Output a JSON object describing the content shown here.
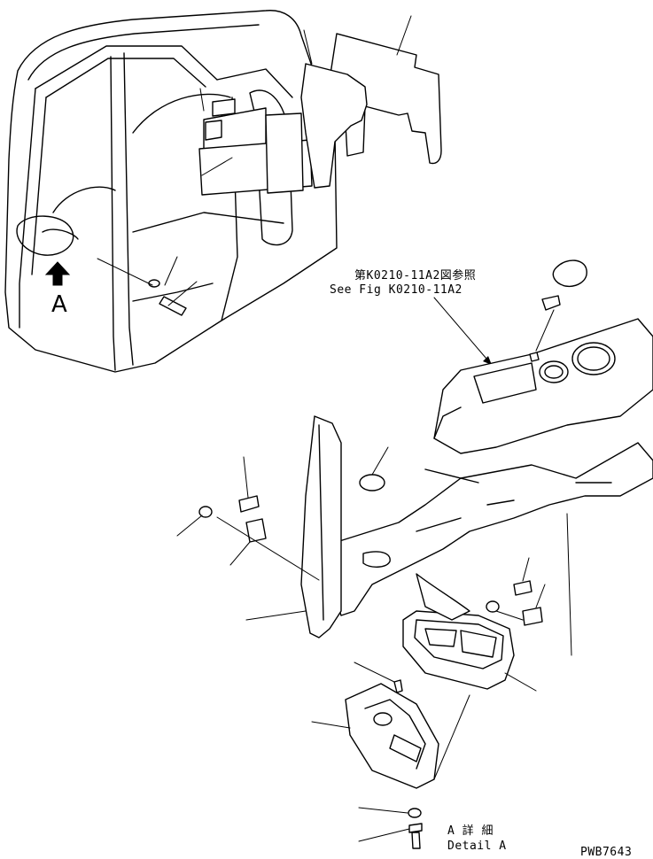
{
  "view_label": "A",
  "reference_note": {
    "jp": "第K0210-11A2図参照",
    "en": "See Fig K0210-11A2"
  },
  "detail_label": {
    "jp": "A 詳 細",
    "en": "Detail A"
  },
  "drawing_number": "PWB7643"
}
